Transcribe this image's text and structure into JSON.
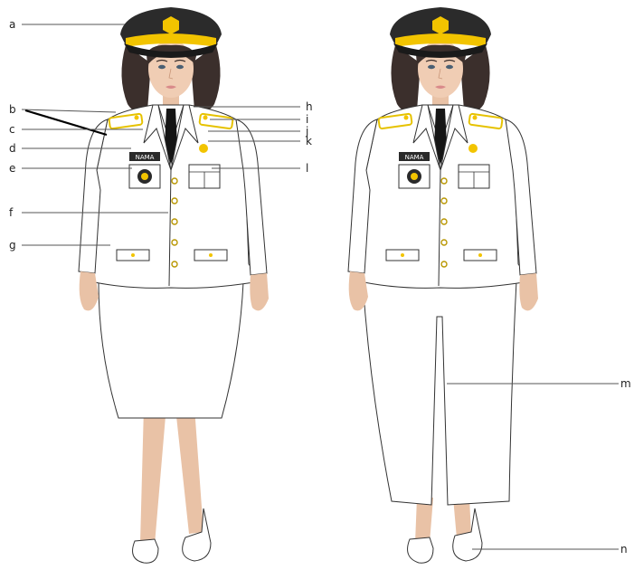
{
  "figure": {
    "name_tag_text": "NAMA",
    "colors": {
      "uniform": "#ffffff",
      "outline": "#333333",
      "skin": "#e9c2a6",
      "hair": "#3b2f2c",
      "cap": "#2b2b2b",
      "gold": "#f2c400",
      "tie": "#151515",
      "badge": "#2a2a2a"
    }
  },
  "labels": {
    "a": "a",
    "b": "b",
    "c": "c",
    "d": "d",
    "e": "e",
    "f": "f",
    "g": "g",
    "h": "h",
    "i": "i",
    "j": "j",
    "k": "k",
    "l": "l",
    "m": "m",
    "n": "n"
  }
}
